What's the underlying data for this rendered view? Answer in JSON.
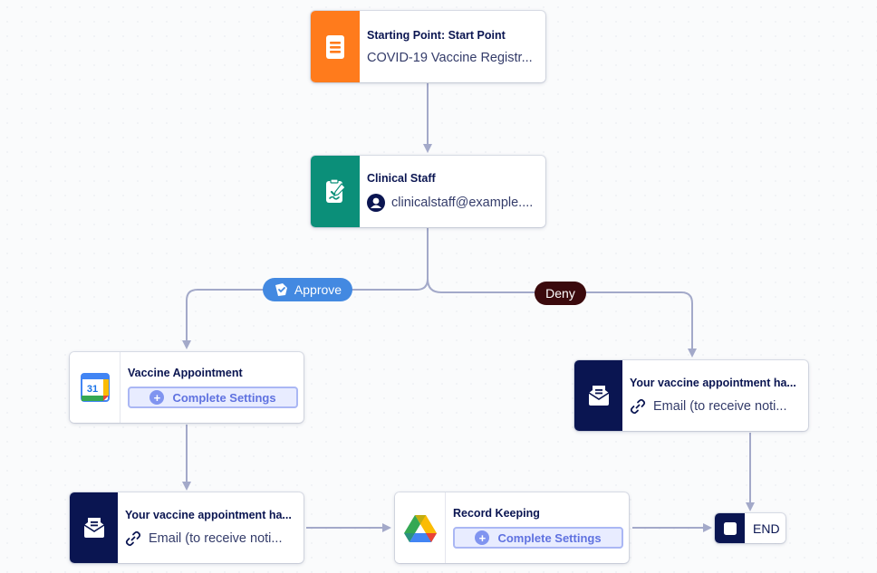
{
  "colors": {
    "start": "#ff7b1c",
    "approval": "#0b8f79",
    "email": "#0a1551",
    "approve_pill": "#4389e1",
    "deny_pill": "#3b0a0d",
    "connector": "#a3a9c9"
  },
  "nodes": {
    "start": {
      "icon": "form-document-icon",
      "title": "Starting Point: Start Point",
      "subtitle": "COVID-19 Vaccine Registr..."
    },
    "clinical": {
      "icon": "approval-signature-icon",
      "title": "Clinical Staff",
      "subtitle_icon": "user-avatar-icon",
      "subtitle": "clinicalstaff@example...."
    },
    "appointment": {
      "icon": "google-calendar-icon",
      "calendar_day": "31",
      "title": "Vaccine Appointment",
      "button": "Complete Settings"
    },
    "email_deny": {
      "icon": "email-inbox-icon",
      "title": "Your vaccine appointment ha...",
      "subtitle_icon": "link-icon",
      "subtitle": "Email (to receive noti..."
    },
    "email_approve": {
      "icon": "email-inbox-icon",
      "title": "Your vaccine appointment ha...",
      "subtitle_icon": "link-icon",
      "subtitle": "Email (to receive noti..."
    },
    "record": {
      "icon": "google-drive-icon",
      "title": "Record Keeping",
      "button": "Complete Settings"
    },
    "end": {
      "icon": "stop-square-icon",
      "label": "END"
    }
  },
  "branches": {
    "approve": "Approve",
    "deny": "Deny"
  }
}
